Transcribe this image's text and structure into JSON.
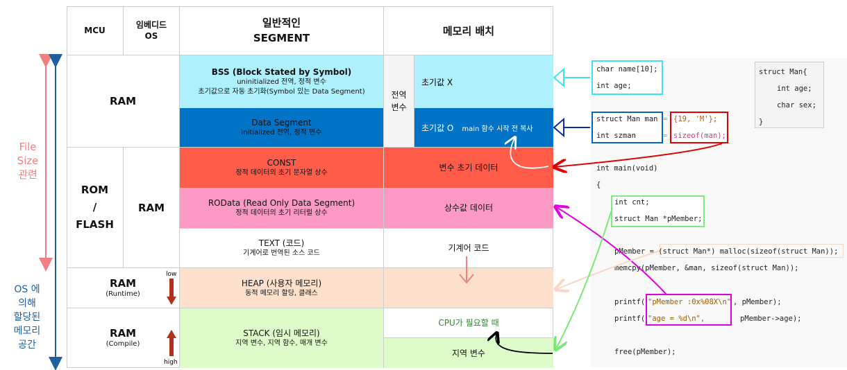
{
  "header": {
    "mcu": "MCU",
    "os_line1": "임베디드",
    "os_line2": "OS",
    "segment_line1": "일반적인",
    "segment_line2": "SEGMENT",
    "memory": "메모리 배치"
  },
  "left_labels": {
    "file_size_1": "File",
    "file_size_2": "Size",
    "file_size_3": "관련",
    "os_alloc_1": "OS 에",
    "os_alloc_2": "의해",
    "os_alloc_3": "할당된",
    "os_alloc_4": "메모리",
    "os_alloc_5": "공간"
  },
  "rows": {
    "ram1": "RAM",
    "rom_1": "ROM",
    "rom_2": "/",
    "rom_3": "FLASH",
    "ram2": "RAM",
    "ram_runtime": "RAM",
    "runtime": "(Runtime)",
    "low": "low",
    "ram_compile": "RAM",
    "compile": "(Compile)",
    "high": "high"
  },
  "segments": {
    "bss_title": "BSS (Block Stated by Symbol)",
    "bss_sub1": "uninitialized 전역, 정적 변수",
    "bss_sub2": "초기값으로 자동 초기화(Symbol 있는 Data Segment)",
    "data_title": "Data Segment",
    "data_sub": "initialized 전역, 정적 변수",
    "const_title": "CONST",
    "const_sub": "정적 데이터의 초기 문자열 상수",
    "rodata_title": "ROData (Read Only Data Segment)",
    "rodata_sub": "정적 데이터의 초기 리터럴 상수",
    "text_title": "TEXT (코드)",
    "text_sub": "기계어로 번역된 소스 코드",
    "heap_title": "HEAP (사용자 메모리)",
    "heap_sub": "동적 메모리 할당, 클래스",
    "stack_title": "STACK (임시 메모리)",
    "stack_sub": "지역 변수, 지역 함수, 매개 변수"
  },
  "memory": {
    "global_1": "전역",
    "global_2": "변수",
    "init_x": "초기값 X",
    "init_o": "초기값 O",
    "copy_note": "main 함수 시작 전 복사",
    "var_init_data": "변수 초기 데이터",
    "const_data": "상수값 데이터",
    "machine_code": "기계어 코드",
    "cpu_needed": "CPU가 필요할 때",
    "local_var": "지역 변수"
  },
  "code": {
    "bss_1": "char name[10];",
    "bss_2": "int age;",
    "data_1": "struct Man man",
    "data_2": "int szman",
    "eq1": "=",
    "eq2": "=",
    "init_1": "{19, 'M'};",
    "init_2": "sizeof(man);",
    "struct_1": "struct Man{",
    "struct_2": "int age;",
    "struct_3": "char sex;",
    "struct_4": "}",
    "main_1": "int main(void)",
    "main_2": "{",
    "local_1": "int cnt;",
    "local_2": "struct Man *pMember;",
    "malloc_line": "pMember = (struct Man*) malloc(sizeof(struct Man));",
    "memcpy_line": "memcpy(pMember, &man, sizeof(struct Man));",
    "printf_1a": "printf(",
    "printf_1b": "\"pMember :0x%08X\\n\"",
    "printf_1c": ", pMember);",
    "printf_2a": "printf(",
    "printf_2b": "\"age = %d\\n\",",
    "printf_2c": "pMember->age);",
    "free_line": "free(pMember);"
  },
  "colors": {
    "bss": "#aef0fb",
    "data": "#0073c7",
    "const": "#ff5c4a",
    "rodata": "#fb98c4",
    "heap": "#fde0cc",
    "stack": "#ddfbc9",
    "file_size": "#f08080",
    "os_alloc": "#1f5f9f"
  }
}
